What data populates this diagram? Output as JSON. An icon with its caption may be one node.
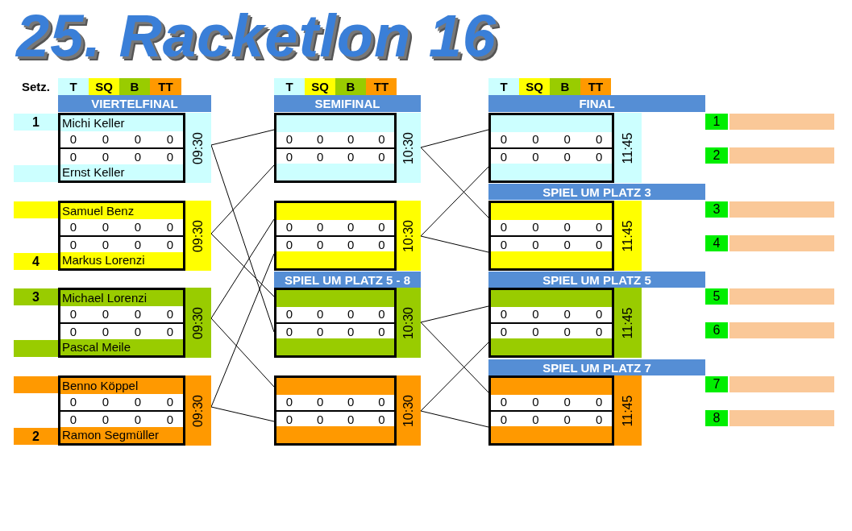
{
  "diagram": {
    "title": "25. Racketlon 16",
    "nodes": [
      {
        "text": [
          "Michi Keller",
          "0",
          "0",
          "0",
          "0",
          "0",
          "0",
          "0",
          "0",
          "Ernst Keller"
        ],
        "beside": [
          "1",
          "09:30"
        ]
      },
      {
        "text": [
          "Samuel Benz",
          "0",
          "0",
          "0",
          "0",
          "0",
          "0",
          "0",
          "0",
          "Markus Lorenzi"
        ],
        "beside": [
          "4",
          "09:30"
        ]
      },
      {
        "text": [
          "Michael Lorenzi",
          "0",
          "0",
          "0",
          "0",
          "0",
          "0",
          "0",
          "0",
          "Pascal Meile"
        ],
        "beside": [
          "3",
          "09:30"
        ]
      },
      {
        "text": [
          "Benno Köppel",
          "0",
          "0",
          "0",
          "0",
          "0",
          "0",
          "0",
          "0",
          "Ramon Segmüller"
        ],
        "beside": [
          "2",
          "09:30"
        ]
      },
      {
        "text": [
          "0",
          "0",
          "0",
          "0",
          "0",
          "0",
          "0",
          "0"
        ],
        "beside": [
          "10:30"
        ]
      },
      {
        "text": [
          "0",
          "0",
          "0",
          "0",
          "0",
          "0",
          "0",
          "0"
        ],
        "beside": [
          "10:30"
        ]
      },
      {
        "text": [
          "0",
          "0",
          "0",
          "0",
          "0",
          "0",
          "0",
          "0"
        ],
        "beside": [
          "10:30"
        ]
      },
      {
        "text": [
          "0",
          "0",
          "0",
          "0",
          "0",
          "0",
          "0",
          "0"
        ],
        "beside": [
          "10:30"
        ]
      },
      {
        "text": [
          "0",
          "0",
          "0",
          "0",
          "0",
          "0",
          "0",
          "0"
        ],
        "beside": [
          "11:45"
        ]
      },
      {
        "text": [
          "0",
          "0",
          "0",
          "0",
          "0",
          "0",
          "0",
          "0"
        ],
        "beside": [
          "11:45"
        ]
      },
      {
        "text": [
          "0",
          "0",
          "0",
          "0",
          "0",
          "0",
          "0",
          "0"
        ],
        "beside": [
          "11:45"
        ]
      },
      {
        "text": [
          "0",
          "0",
          "0",
          "0",
          "0",
          "0",
          "0",
          "0"
        ],
        "beside": [
          "11:45"
        ]
      },
      {
        "text": [
          "1"
        ]
      },
      {
        "text": [
          "2"
        ]
      },
      {
        "text": [
          "3"
        ]
      },
      {
        "text": [
          "4"
        ]
      },
      {
        "text": [
          "5"
        ]
      },
      {
        "text": [
          "6"
        ]
      },
      {
        "text": [
          "7"
        ]
      },
      {
        "text": [
          "8"
        ]
      }
    ],
    "edges": [
      {
        "from": 0,
        "to": 4,
        "arrow": "none"
      },
      {
        "from": 0,
        "to": 6,
        "arrow": "none"
      },
      {
        "from": 1,
        "to": 4,
        "arrow": "none"
      },
      {
        "from": 1,
        "to": 6,
        "arrow": "none"
      },
      {
        "from": 2,
        "to": 5,
        "arrow": "none"
      },
      {
        "from": 2,
        "to": 7,
        "arrow": "none"
      },
      {
        "from": 3,
        "to": 5,
        "arrow": "none"
      },
      {
        "from": 3,
        "to": 7,
        "arrow": "none"
      },
      {
        "from": 4,
        "to": 8,
        "arrow": "none"
      },
      {
        "from": 4,
        "to": 9,
        "arrow": "none"
      },
      {
        "from": 5,
        "to": 8,
        "arrow": "none"
      },
      {
        "from": 5,
        "to": 9,
        "arrow": "none"
      },
      {
        "from": 6,
        "to": 10,
        "arrow": "none"
      },
      {
        "from": 6,
        "to": 11,
        "arrow": "none"
      },
      {
        "from": 7,
        "to": 10,
        "arrow": "none"
      },
      {
        "from": 7,
        "to": 11,
        "arrow": "none"
      }
    ],
    "labels": [
      "Setz.",
      "T",
      "SQ",
      "B",
      "TT",
      "T",
      "SQ",
      "B",
      "TT",
      "T",
      "SQ",
      "B",
      "TT",
      "VIERTELFINAL",
      "SEMIFINAL",
      "FINAL",
      "SPIEL UM PLATZ 3",
      "SPIEL UM PLATZ 5 - 8",
      "SPIEL UM PLATZ 5",
      "SPIEL UM PLATZ 7"
    ]
  }
}
